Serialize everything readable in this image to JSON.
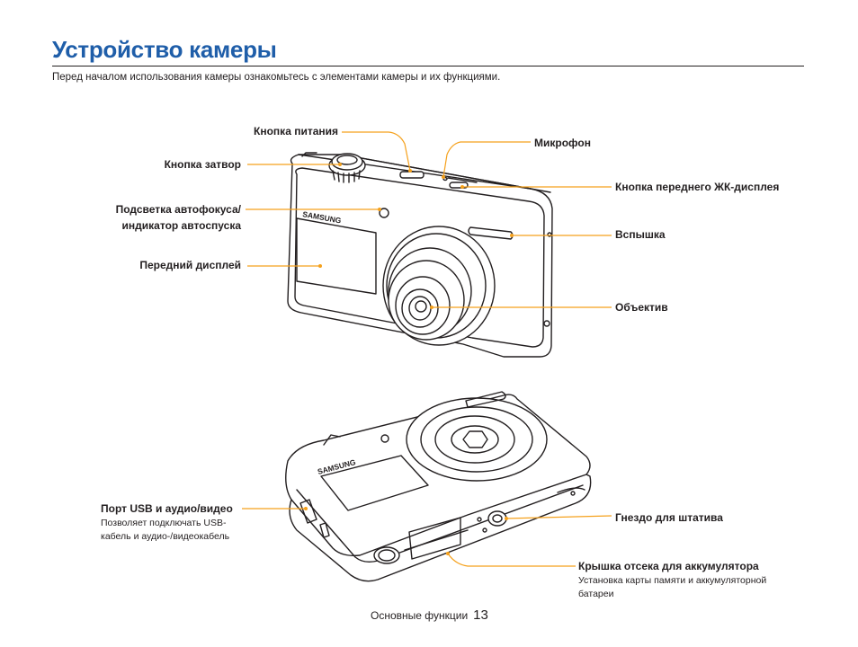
{
  "page": {
    "title": "Устройство камеры",
    "intro": "Перед началом использования камеры ознакомьтесь с элементами камеры и их функциями."
  },
  "front_view": {
    "brand_text": "SAMSUNG",
    "labels": {
      "power_button": "Кнопка питания",
      "shutter_button": "Кнопка затвор",
      "af_assist_1": "Подсветка автофокуса/",
      "af_assist_2": "индикатор автоспуска",
      "front_display": "Передний дисплей",
      "microphone": "Микрофон",
      "front_lcd_button": "Кнопка переднего ЖК-дисплея",
      "flash": "Вспышка",
      "lens": "Объектив"
    }
  },
  "bottom_view": {
    "brand_text": "SAMSUNG",
    "labels": {
      "usb_port": "Порт USB и аудио/видео",
      "usb_port_desc_1": "Позволяет подключать USB-",
      "usb_port_desc_2": "кабель и аудио-/видеокабель",
      "tripod_mount": "Гнездо для штатива",
      "battery_cover": "Крышка отсека для аккумулятора",
      "battery_cover_desc_1": "Установка карты памяти и аккумуляторной",
      "battery_cover_desc_2": "батареи"
    }
  },
  "footer": {
    "section": "Основные функции",
    "page_number": "13"
  },
  "colors": {
    "title": "#1f5ea9",
    "leader": "#f5a11c",
    "text": "#231f20"
  }
}
